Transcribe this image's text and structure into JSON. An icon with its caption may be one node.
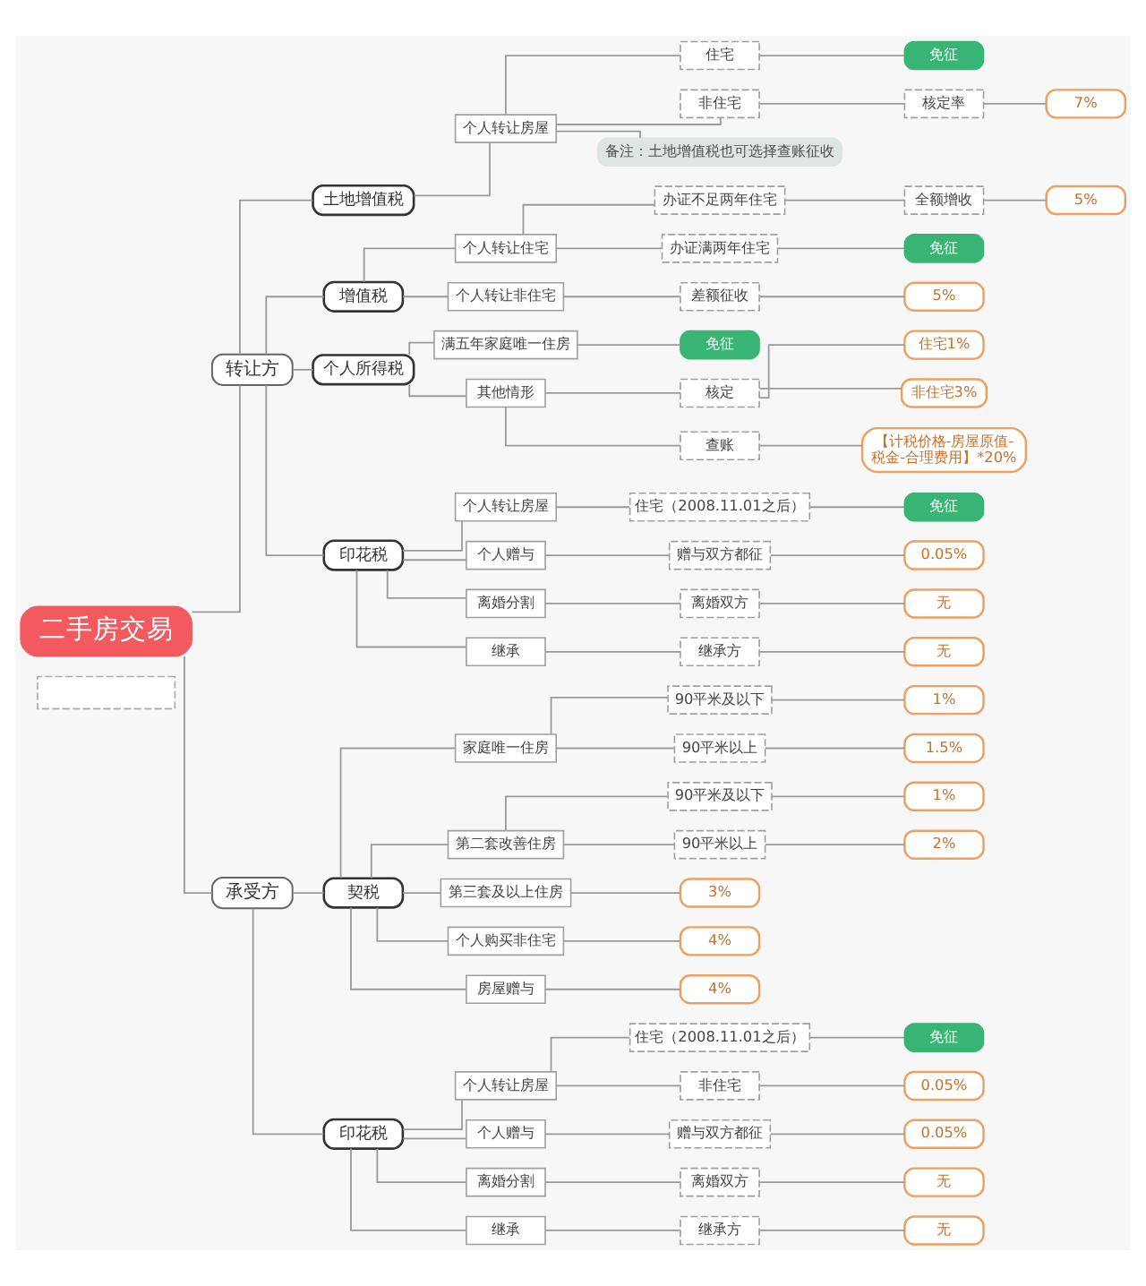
{
  "diagram": {
    "nodes": [
      {
        "text": [
          "二手房交易"
        ]
      },
      {
        "text": [],
        "shape": "box"
      },
      {
        "text": [
          "转让方"
        ]
      },
      {
        "text": [
          "土地增值税"
        ]
      },
      {
        "text": [
          "个人转让房屋"
        ]
      },
      {
        "text": [
          "住宅"
        ]
      },
      {
        "text": [
          "免征"
        ]
      },
      {
        "text": [
          "非住宅"
        ]
      },
      {
        "text": [
          "核定率"
        ]
      },
      {
        "text": [
          "7%"
        ]
      },
      {
        "text": [
          "备注：土地增值税也可选择查账征收"
        ]
      },
      {
        "text": [
          "增值税"
        ]
      },
      {
        "text": [
          "个人转让住宅"
        ]
      },
      {
        "text": [
          "办证不足两年住宅"
        ]
      },
      {
        "text": [
          "全额增收"
        ]
      },
      {
        "text": [
          "5%"
        ]
      },
      {
        "text": [
          "办证满两年住宅"
        ]
      },
      {
        "text": [
          "免征"
        ]
      },
      {
        "text": [
          "个人转让非住宅"
        ]
      },
      {
        "text": [
          "差额征收"
        ]
      },
      {
        "text": [
          "5%"
        ]
      },
      {
        "text": [
          "个人所得税"
        ]
      },
      {
        "text": [
          "满五年家庭唯一住房"
        ]
      },
      {
        "text": [
          "免征"
        ]
      },
      {
        "text": [
          "其他情形"
        ]
      },
      {
        "text": [
          "核定"
        ]
      },
      {
        "text": [
          "住宅1%"
        ]
      },
      {
        "text": [
          "非住宅3%"
        ]
      },
      {
        "text": [
          "查账"
        ]
      },
      {
        "text": [
          "【计税价格-房屋原值-税金-合理费用】*20%"
        ]
      },
      {
        "text": [
          "印花税"
        ]
      },
      {
        "text": [
          "个人转让房屋"
        ]
      },
      {
        "text": [
          "住宅（2008.11.01之后）"
        ]
      },
      {
        "text": [
          "免征"
        ]
      },
      {
        "text": [
          "个人赠与"
        ]
      },
      {
        "text": [
          "赠与双方都征"
        ]
      },
      {
        "text": [
          "0.05%"
        ]
      },
      {
        "text": [
          "离婚分割"
        ]
      },
      {
        "text": [
          "离婚双方"
        ]
      },
      {
        "text": [
          "无"
        ]
      },
      {
        "text": [
          "继承"
        ]
      },
      {
        "text": [
          "继承方"
        ]
      },
      {
        "text": [
          "无"
        ]
      },
      {
        "text": [
          "承受方"
        ]
      },
      {
        "text": [
          "契税"
        ]
      },
      {
        "text": [
          "家庭唯一住房"
        ]
      },
      {
        "text": [
          "90平米及以下"
        ]
      },
      {
        "text": [
          "1%"
        ]
      },
      {
        "text": [
          "90平米以上"
        ]
      },
      {
        "text": [
          "1.5%"
        ]
      },
      {
        "text": [
          "第二套改善住房"
        ]
      },
      {
        "text": [
          "90平米及以下"
        ]
      },
      {
        "text": [
          "1%"
        ]
      },
      {
        "text": [
          "90平米以上"
        ]
      },
      {
        "text": [
          "2%"
        ]
      },
      {
        "text": [
          "第三套及以上住房"
        ]
      },
      {
        "text": [
          "3%"
        ]
      },
      {
        "text": [
          "个人购买非住宅"
        ]
      },
      {
        "text": [
          "4%"
        ]
      },
      {
        "text": [
          "房屋赠与"
        ]
      },
      {
        "text": [
          "4%"
        ]
      },
      {
        "text": [
          "印花税"
        ]
      },
      {
        "text": [
          "个人转让房屋"
        ]
      },
      {
        "text": [
          "住宅（2008.11.01之后）"
        ]
      },
      {
        "text": [
          "免征"
        ]
      },
      {
        "text": [
          "非住宅"
        ]
      },
      {
        "text": [
          "0.05%"
        ]
      },
      {
        "text": [
          "个人赠与"
        ]
      },
      {
        "text": [
          "赠与双方都征"
        ]
      },
      {
        "text": [
          "0.05%"
        ]
      },
      {
        "text": [
          "离婚分割"
        ]
      },
      {
        "text": [
          "离婚双方"
        ]
      },
      {
        "text": [
          "无"
        ]
      },
      {
        "text": [
          "继承"
        ]
      },
      {
        "text": [
          "继承方"
        ]
      },
      {
        "text": [
          "无"
        ]
      }
    ],
    "edges": [
      {
        "from": 0,
        "to": 2,
        "arrow": "none"
      },
      {
        "from": 0,
        "to": 43,
        "arrow": "none"
      },
      {
        "from": 2,
        "to": 3,
        "arrow": "none"
      },
      {
        "from": 3,
        "to": 4,
        "arrow": "none"
      },
      {
        "from": 4,
        "to": 5,
        "arrow": "none"
      },
      {
        "from": 5,
        "to": 6,
        "arrow": "none"
      },
      {
        "from": 4,
        "to": 7,
        "arrow": "none"
      },
      {
        "from": 7,
        "to": 8,
        "arrow": "none"
      },
      {
        "from": 8,
        "to": 9,
        "arrow": "none"
      },
      {
        "from": 4,
        "to": 10,
        "arrow": "none"
      },
      {
        "from": 2,
        "to": 11,
        "arrow": "none"
      },
      {
        "from": 11,
        "to": 12,
        "arrow": "none"
      },
      {
        "from": 12,
        "to": 13,
        "arrow": "none"
      },
      {
        "from": 13,
        "to": 14,
        "arrow": "none"
      },
      {
        "from": 14,
        "to": 15,
        "arrow": "none"
      },
      {
        "from": 12,
        "to": 16,
        "arrow": "none"
      },
      {
        "from": 16,
        "to": 17,
        "arrow": "none"
      },
      {
        "from": 11,
        "to": 18,
        "arrow": "none"
      },
      {
        "from": 18,
        "to": 19,
        "arrow": "none"
      },
      {
        "from": 19,
        "to": 20,
        "arrow": "none"
      },
      {
        "from": 2,
        "to": 21,
        "arrow": "none"
      },
      {
        "from": 21,
        "to": 22,
        "arrow": "none"
      },
      {
        "from": 22,
        "to": 23,
        "arrow": "none"
      },
      {
        "from": 21,
        "to": 24,
        "arrow": "none"
      },
      {
        "from": 24,
        "to": 25,
        "arrow": "none"
      },
      {
        "from": 25,
        "to": 26,
        "arrow": "none"
      },
      {
        "from": 25,
        "to": 27,
        "arrow": "none"
      },
      {
        "from": 24,
        "to": 28,
        "arrow": "none"
      },
      {
        "from": 28,
        "to": 29,
        "arrow": "none"
      },
      {
        "from": 2,
        "to": 30,
        "arrow": "none"
      },
      {
        "from": 30,
        "to": 31,
        "arrow": "none"
      },
      {
        "from": 31,
        "to": 32,
        "arrow": "none"
      },
      {
        "from": 32,
        "to": 33,
        "arrow": "none"
      },
      {
        "from": 30,
        "to": 34,
        "arrow": "none"
      },
      {
        "from": 34,
        "to": 35,
        "arrow": "none"
      },
      {
        "from": 35,
        "to": 36,
        "arrow": "none"
      },
      {
        "from": 30,
        "to": 37,
        "arrow": "none"
      },
      {
        "from": 37,
        "to": 38,
        "arrow": "none"
      },
      {
        "from": 38,
        "to": 39,
        "arrow": "none"
      },
      {
        "from": 30,
        "to": 40,
        "arrow": "none"
      },
      {
        "from": 40,
        "to": 41,
        "arrow": "none"
      },
      {
        "from": 41,
        "to": 42,
        "arrow": "none"
      },
      {
        "from": 43,
        "to": 44,
        "arrow": "none"
      },
      {
        "from": 44,
        "to": 45,
        "arrow": "none"
      },
      {
        "from": 45,
        "to": 46,
        "arrow": "none"
      },
      {
        "from": 46,
        "to": 47,
        "arrow": "none"
      },
      {
        "from": 45,
        "to": 48,
        "arrow": "none"
      },
      {
        "from": 48,
        "to": 49,
        "arrow": "none"
      },
      {
        "from": 44,
        "to": 50,
        "arrow": "none"
      },
      {
        "from": 50,
        "to": 51,
        "arrow": "none"
      },
      {
        "from": 51,
        "to": 52,
        "arrow": "none"
      },
      {
        "from": 50,
        "to": 53,
        "arrow": "none"
      },
      {
        "from": 53,
        "to": 54,
        "arrow": "none"
      },
      {
        "from": 44,
        "to": 55,
        "arrow": "none"
      },
      {
        "from": 55,
        "to": 56,
        "arrow": "none"
      },
      {
        "from": 44,
        "to": 57,
        "arrow": "none"
      },
      {
        "from": 57,
        "to": 58,
        "arrow": "none"
      },
      {
        "from": 44,
        "to": 59,
        "arrow": "none"
      },
      {
        "from": 59,
        "to": 60,
        "arrow": "none"
      },
      {
        "from": 43,
        "to": 61,
        "arrow": "none"
      },
      {
        "from": 61,
        "to": 62,
        "arrow": "none"
      },
      {
        "from": 62,
        "to": 63,
        "arrow": "none"
      },
      {
        "from": 63,
        "to": 64,
        "arrow": "none"
      },
      {
        "from": 62,
        "to": 65,
        "arrow": "none"
      },
      {
        "from": 65,
        "to": 66,
        "arrow": "none"
      },
      {
        "from": 61,
        "to": 67,
        "arrow": "none"
      },
      {
        "from": 67,
        "to": 68,
        "arrow": "none"
      },
      {
        "from": 68,
        "to": 69,
        "arrow": "none"
      },
      {
        "from": 61,
        "to": 70,
        "arrow": "none"
      },
      {
        "from": 70,
        "to": 71,
        "arrow": "none"
      },
      {
        "from": 71,
        "to": 72,
        "arrow": "none"
      },
      {
        "from": 61,
        "to": 73,
        "arrow": "none"
      },
      {
        "from": 73,
        "to": 74,
        "arrow": "none"
      },
      {
        "from": 74,
        "to": 75,
        "arrow": "none"
      }
    ]
  }
}
